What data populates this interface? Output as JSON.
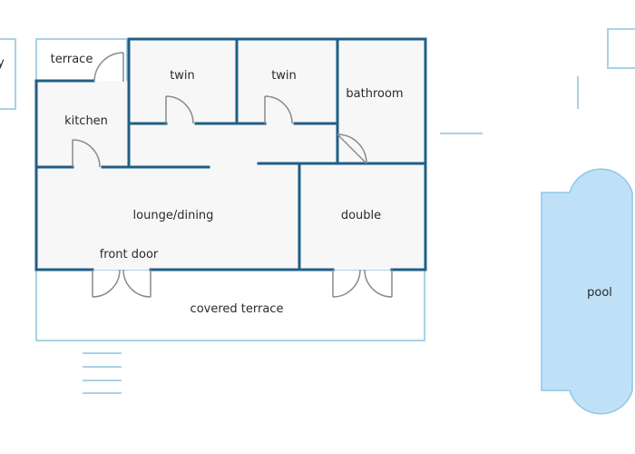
{
  "colors": {
    "wall": "#1f5f86",
    "outline": "#a9d2e8",
    "floor": "#f7f7f7",
    "door": "#8a8a8a",
    "pool": "#bfe1f7",
    "pool_edge": "#8ec6ea",
    "text": "#2a2a2a"
  },
  "rooms": {
    "left_cut": "y",
    "terrace": "terrace",
    "twin_1": "twin",
    "twin_2": "twin",
    "bathroom": "bathroom",
    "kitchen": "kitchen",
    "lounge": "lounge/dining",
    "double": "double",
    "front_door": "front door",
    "covered_terrace": "covered terrace",
    "pool": "pool"
  }
}
